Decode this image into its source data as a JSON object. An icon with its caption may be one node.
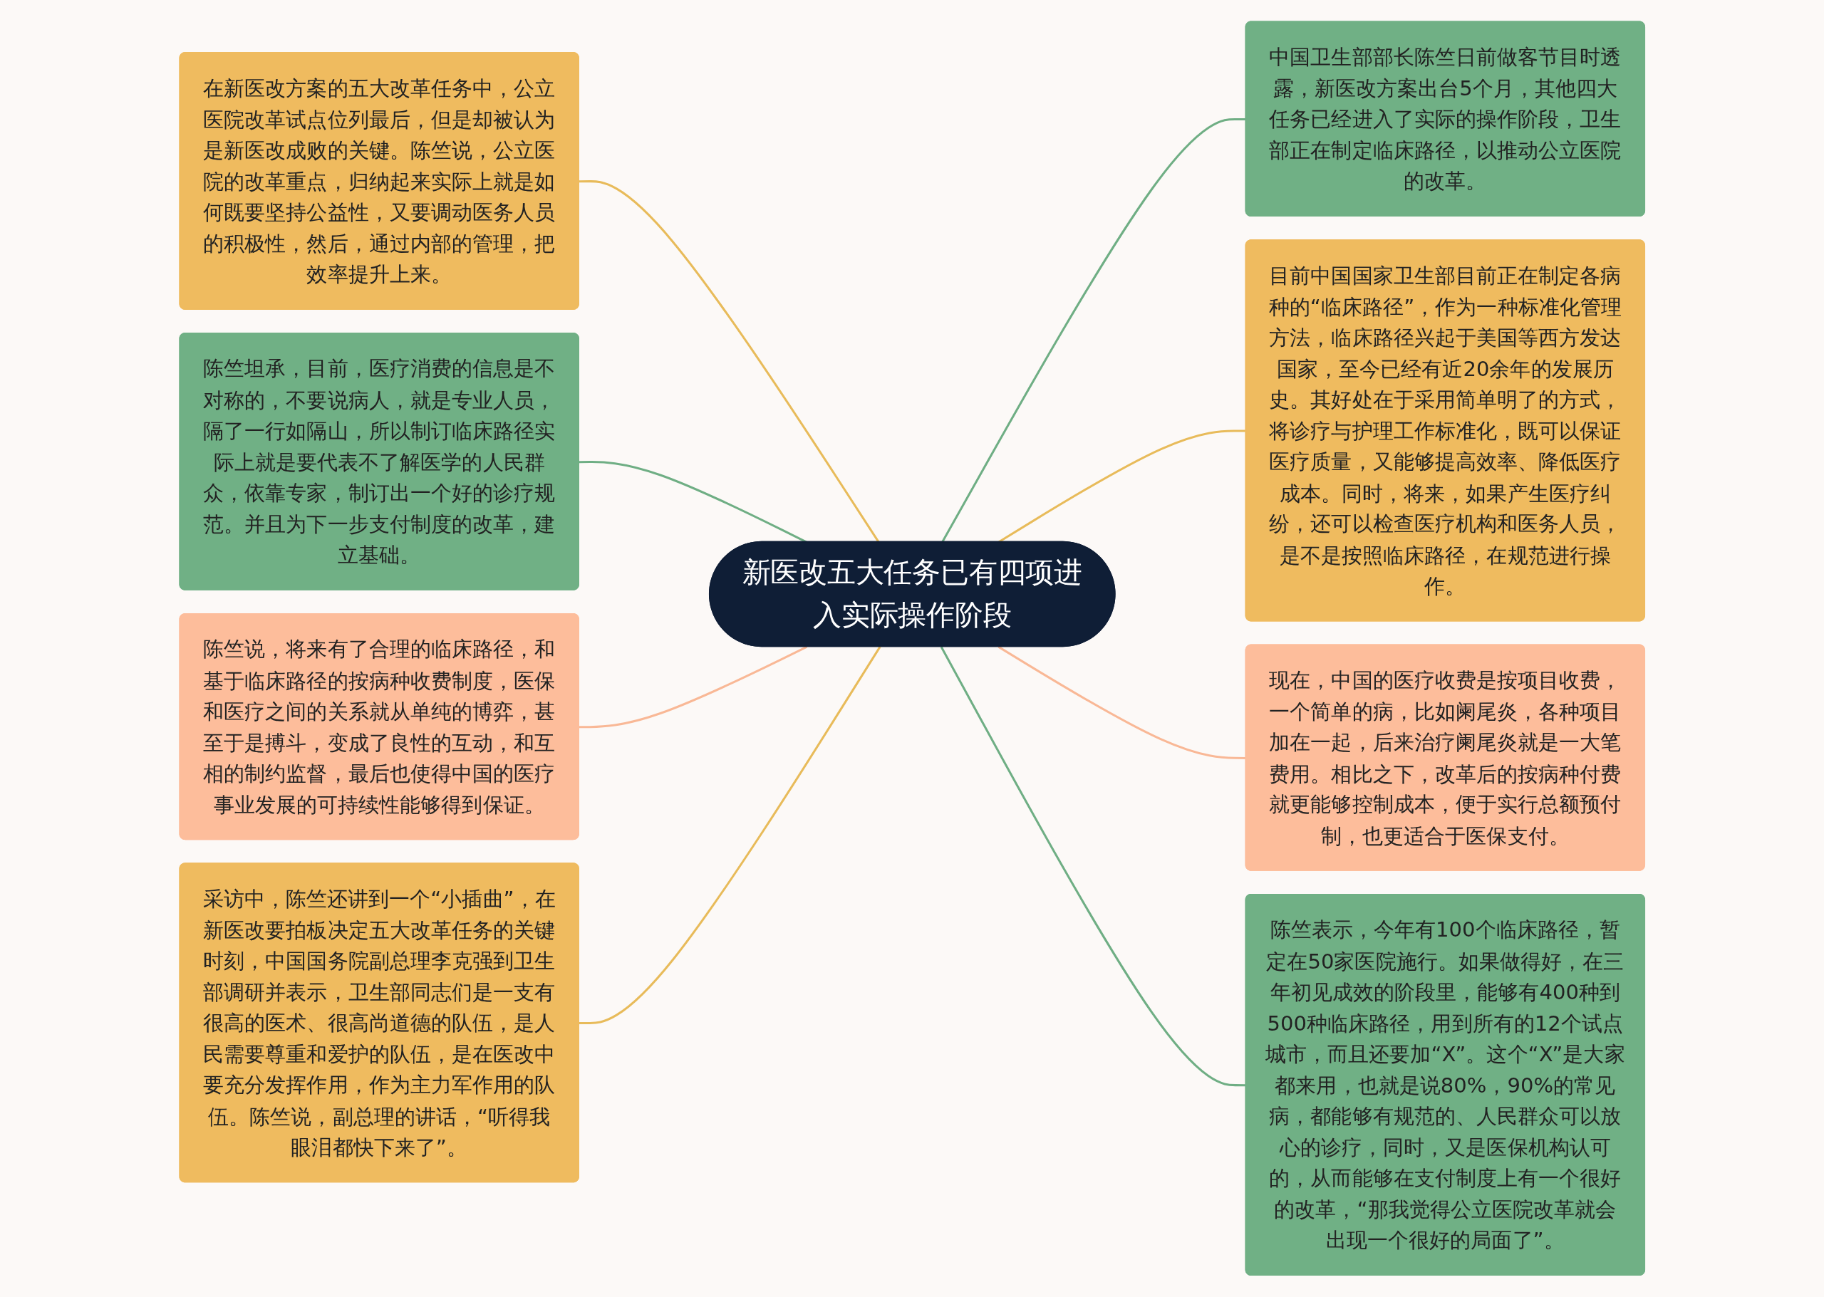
{
  "diagram": {
    "nodes": [
      {
        "text": [
          "新医改五大任务已有四项进入实际操作阶段"
        ]
      },
      {
        "text": [
          "在新医改方案的五大改革任务中，公立医院改革试点位列最后，但是却被认为是新医改成败的关键。陈竺说，公立医院的改革重点，归纳起来实际上就是如何既要坚持公益性，又要调动医务人员的积极性，然后，通过内部的管理，把效率提升上来。"
        ]
      },
      {
        "text": [
          "陈竺坦承，目前，医疗消费的信息是不对称的，不要说病人，就是专业人员，隔了一行如隔山，所以制订临床路径实际上就是要代表不了解医学的人民群众，依靠专家，制订出一个好的诊疗规范。并且为下一步支付制度的改革，建立基础。"
        ]
      },
      {
        "text": [
          "陈竺说，将来有了合理的临床路径，和基于临床路径的按病种收费制度，医保和医疗之间的关系就从单纯的博弈，甚至于是搏斗，变成了良性的互动，和互相的制约监督，最后也使得中国的医疗事业发展的可持续性能够得到保证。"
        ]
      },
      {
        "text": [
          "采访中，陈竺还讲到一个“小插曲”，在新医改要拍板决定五大改革任务的关键时刻，中国国务院副总理李克强到卫生部调研并表示，卫生部同志们是一支有很高的医术、很高尚道德的队伍，是人民需要尊重和爱护的队伍，是在医改中要充分发挥作用，作为主力军作用的队伍。陈竺说，副总理的讲话，“听得我眼泪都快下来了”。"
        ]
      },
      {
        "text": [
          "中国卫生部部长陈竺日前做客节目时透露，新医改方案出台5个月，其他四大任务已经进入了实际的操作阶段，卫生部正在制定临床路径，以推动公立医院的改革。"
        ]
      },
      {
        "text": [
          "目前中国国家卫生部目前正在制定各病种的“临床路径”，作为一种标准化管理方法，临床路径兴起于美国等西方发达国家，至今已经有近20余年的发展历史。其好处在于采用简单明了的方式，将诊疗与护理工作标准化，既可以保证医疗质量，又能够提高效率、降低医疗成本。同时，将来，如果产生医疗纠纷，还可以检查医疗机构和医务人员，是不是按照临床路径，在规范进行操作。"
        ]
      },
      {
        "text": [
          "现在，中国的医疗收费是按项目收费，一个简单的病，比如阑尾炎，各种项目加在一起，后来治疗阑尾炎就是一大笔费用。相比之下，改革后的按病种付费就更能够控制成本，便于实行总额预付制，也更适合于医保支付。"
        ]
      },
      {
        "text": [
          "陈竺表示，今年有100个临床路径，暂定在50家医院施行。如果做得好，在三年初见成效的阶段里，能够有400种到500种临床路径，用到所有的12个试点城市，而且还要加“X”。这个“X”是大家都来用，也就是说80%，90%的常见病，都能够有规范的、人民群众可以放心的诊疗，同时，又是医保机构认可的，从而能够在支付制度上有一个很好的改革，“那我觉得公立医院改革就会出现一个很好的局面了”。"
        ]
      }
    ],
    "edges": [
      {
        "from": 1,
        "to": 0,
        "arrow": "none",
        "color": "#e8bb5a"
      },
      {
        "from": 2,
        "to": 0,
        "arrow": "none",
        "color": "#6fae84"
      },
      {
        "from": 3,
        "to": 0,
        "arrow": "none",
        "color": "#f9b896"
      },
      {
        "from": 4,
        "to": 0,
        "arrow": "none",
        "color": "#e8bb5a"
      },
      {
        "from": 0,
        "to": 5,
        "arrow": "none",
        "color": "#6fae84"
      },
      {
        "from": 0,
        "to": 6,
        "arrow": "none",
        "color": "#e8bb5a"
      },
      {
        "from": 0,
        "to": 7,
        "arrow": "none",
        "color": "#f9b896"
      },
      {
        "from": 0,
        "to": 8,
        "arrow": "none",
        "color": "#6fae84"
      }
    ]
  }
}
